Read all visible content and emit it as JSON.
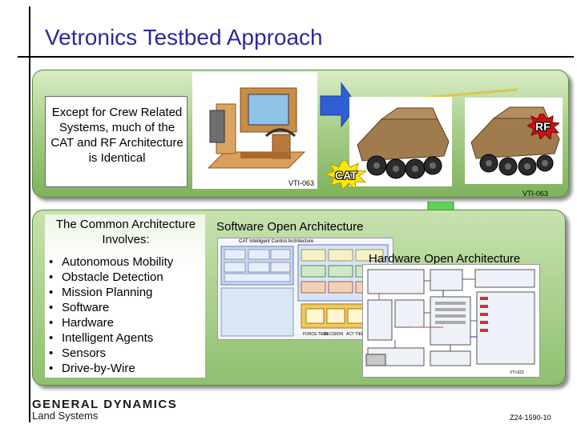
{
  "slide": {
    "title": "Vetronics Testbed Approach",
    "colors": {
      "title": "#2a2a9a",
      "panel_green": "#8fc06f",
      "burst_yellow": "#ffe600",
      "burst_red": "#cc1111",
      "arrow_blue": "#2f5fd4",
      "arrow_green": "#5fd25a"
    }
  },
  "top_panel": {
    "note": "Except for Crew Related Systems, much of the CAT and RF Architecture is Identical",
    "sim_caption": "VTI-063",
    "vehicle_caption": "VTI-063",
    "cat_label": "CAT",
    "rf_label": "RF"
  },
  "bottom_panel": {
    "heading": "The Common Architecture Involves:",
    "bullets": [
      "Autonomous Mobility",
      "Obstacle Detection",
      "Mission Planning",
      "Software",
      "Hardware",
      "Intelligent Agents",
      "Sensors",
      "Drive-by-Wire"
    ],
    "software_label": "Software Open Architecture",
    "hardware_label": "Hardware Open Architecture",
    "sw_header": "CAT Intelligent Control Architecture",
    "sw_captions": [
      "FORCE TIER",
      "DECISION",
      "ACT TIER"
    ],
    "hw_caption": "VTI-023"
  },
  "footer": {
    "logo_main": "GENERAL DYNAMICS",
    "logo_sub": "Land Systems",
    "doc_number": "Z24-1590-10"
  }
}
